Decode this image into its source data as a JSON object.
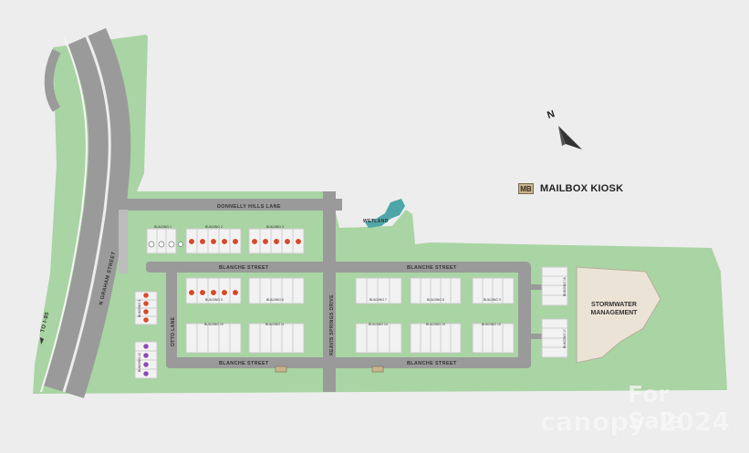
{
  "streets": {
    "graham": "N GRAHAM STREET",
    "direction": "TO I-85",
    "donnelly": "DONNELLY HILLS LANE",
    "blanche": "BLANCHE STREET",
    "otto": "OTTO LANE",
    "reavis": "REAVIS SPRINGS DRIVE"
  },
  "features": {
    "wetland": "WETLAND",
    "stormwater_line1": "STORMWATER",
    "stormwater_line2": "MANAGEMENT",
    "north": "N"
  },
  "legend": {
    "badge": "MB",
    "label": "MAILBOX KIOSK"
  },
  "buildings": [
    {
      "label": "BUILDING 1"
    },
    {
      "label": "BUILDING 2"
    },
    {
      "label": "BUILDING 3"
    },
    {
      "label": "BUILDING 4"
    },
    {
      "label": "BUILDING 5"
    },
    {
      "label": "BUILDING 6"
    },
    {
      "label": "BUILDING 7"
    },
    {
      "label": "BUILDING 8"
    },
    {
      "label": "BUILDING 9"
    },
    {
      "label": "BUILDING 10"
    },
    {
      "label": "BUILDING 11"
    },
    {
      "label": "BUILDING 12"
    },
    {
      "label": "BUILDING 13"
    },
    {
      "label": "BUILDING 14"
    },
    {
      "label": "BUILDING 15"
    },
    {
      "label": "BUILDING 16"
    },
    {
      "label": "BUILDING 17"
    }
  ],
  "watermark": {
    "line1": "For Sale",
    "brand": "canopy",
    "year": "2024"
  },
  "colors": {
    "background": "#ededed",
    "grass": "#a9d4a3",
    "road": "#9a9a9a",
    "building": "#f2f2f2",
    "sold": "#d8492c",
    "reserved": "#8b4bb5",
    "wetland": "#4ea6a8",
    "stormwater": "#ece3d7"
  }
}
